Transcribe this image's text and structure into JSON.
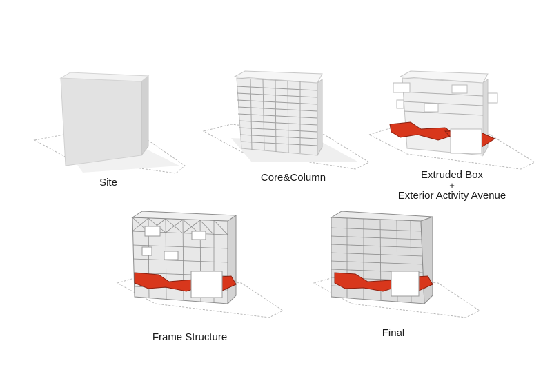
{
  "stages": [
    {
      "label": "Site"
    },
    {
      "label": "Core&Column"
    },
    {
      "label": "Extruded Box",
      "connector": "+",
      "label2": "Exterior Activity Avenue"
    },
    {
      "label": "Frame Structure"
    },
    {
      "label": "Final"
    }
  ],
  "colors": {
    "background": "#ffffff",
    "massing": "#e3e3e3",
    "massing_shade": "#cfcfcf",
    "floor_lines": "#9a9a9a",
    "frame": "#8c8c8c",
    "avenue_red": "#d8371c",
    "site_outline": "#b0b0b0"
  }
}
